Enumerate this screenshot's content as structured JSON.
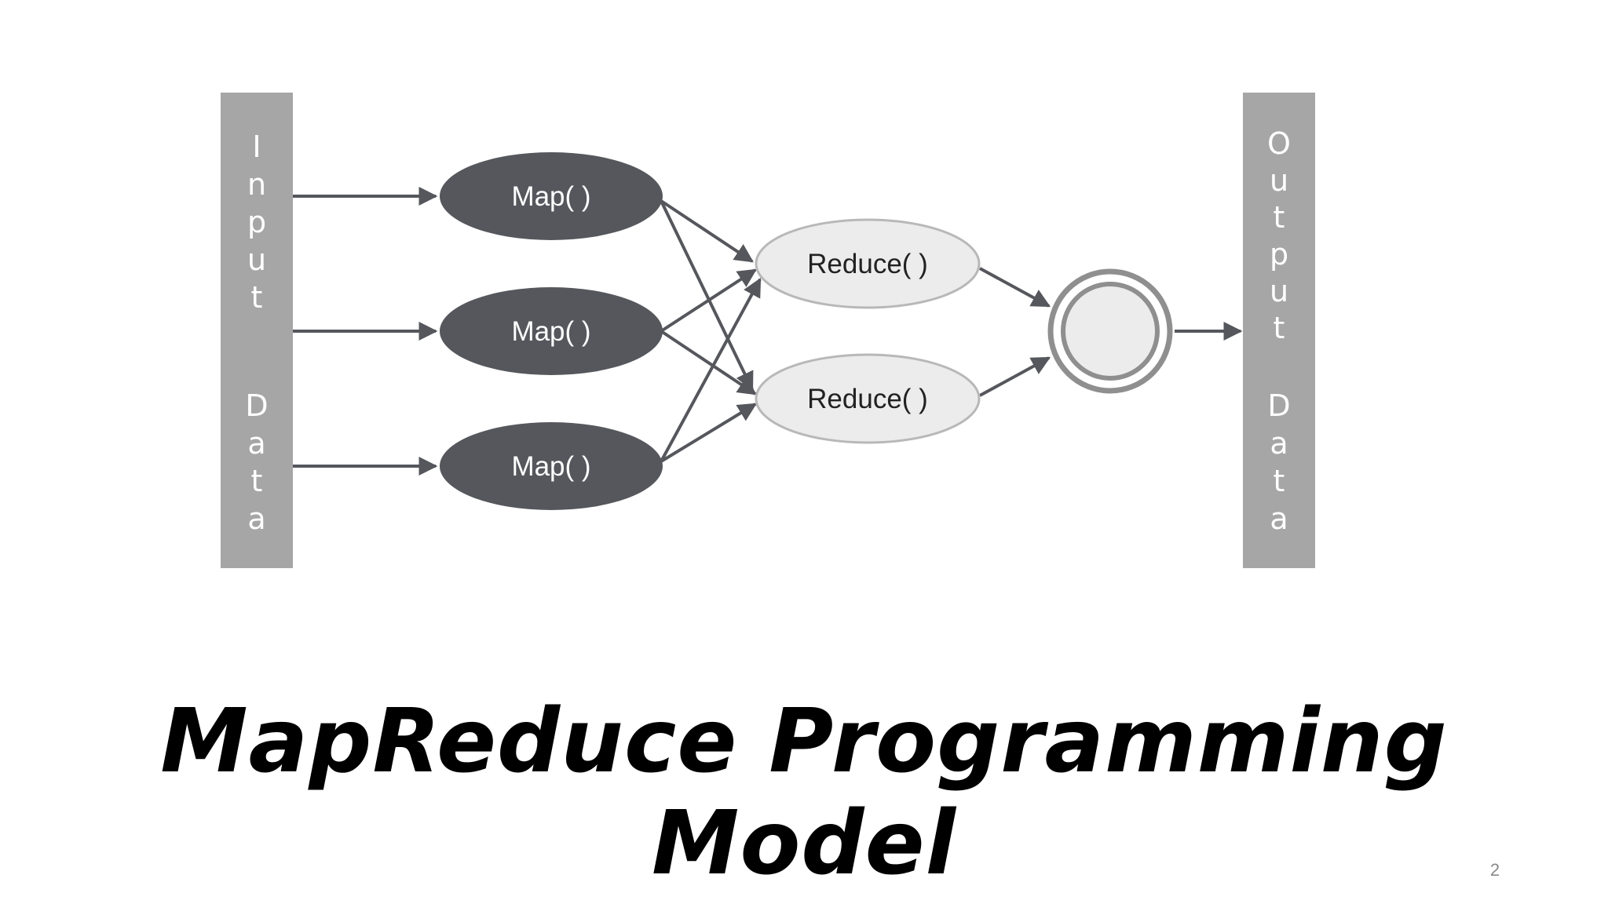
{
  "input_bar": {
    "label_top": "Input",
    "label_bottom": "Data"
  },
  "output_bar": {
    "label_top": "Output",
    "label_bottom": "Data"
  },
  "map_nodes": [
    {
      "label": "Map( )"
    },
    {
      "label": "Map( )"
    },
    {
      "label": "Map( )"
    }
  ],
  "reduce_nodes": [
    {
      "label": "Reduce( )"
    },
    {
      "label": "Reduce( )"
    }
  ],
  "title": "MapReduce Programming Model",
  "page_number": "2",
  "colors": {
    "bar": "#a6a6a6",
    "map_fill": "#55575c",
    "reduce_fill": "#ececec",
    "reduce_stroke": "#b8b8b8",
    "arrow": "#55575c",
    "output_circle": "#8f8f8f"
  }
}
